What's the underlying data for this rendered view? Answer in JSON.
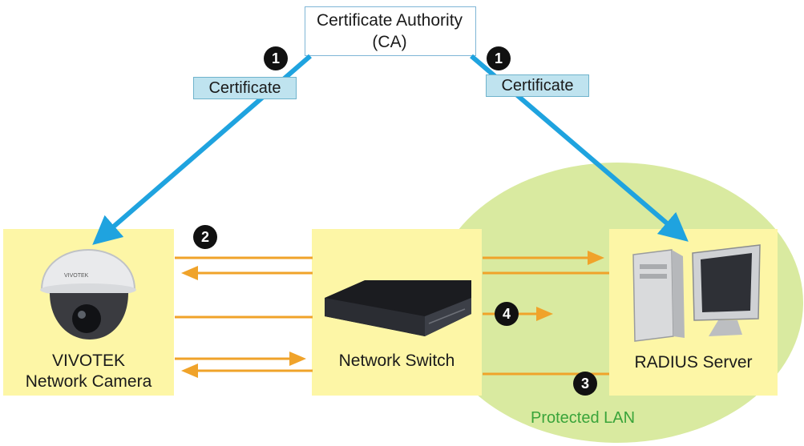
{
  "ca": {
    "line1": "Certificate Authority",
    "line2": "(CA)"
  },
  "certificates": {
    "left": "Certificate",
    "right": "Certificate"
  },
  "nodes": {
    "camera": {
      "line1": "VIVOTEK",
      "line2": "Network Camera"
    },
    "switch": {
      "label": "Network Switch"
    },
    "server": {
      "label": "RADIUS Server"
    }
  },
  "steps": [
    "1",
    "1",
    "2",
    "3",
    "4"
  ],
  "protected_lan": "Protected LAN",
  "colors": {
    "cert_arrow": "#1fa3df",
    "data_arrow": "#f0a32a",
    "panel": "#fdf6a6",
    "lan_ellipse": "#d9eaa0",
    "lan_text": "#3aa43a"
  }
}
